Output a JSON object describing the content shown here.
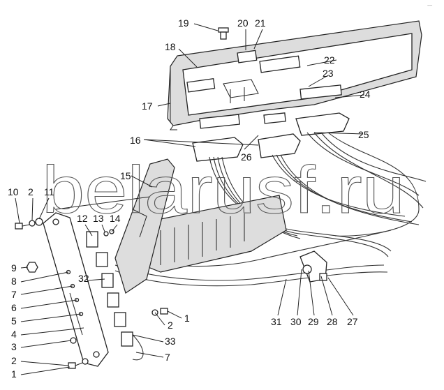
{
  "watermark": "belarusf.ru",
  "corner_mark": "-–",
  "callouts": [
    "19",
    "20",
    "21",
    "18",
    "22",
    "23",
    "24",
    "17",
    "16",
    "25",
    "26",
    "15",
    "10",
    "2",
    "11",
    "12",
    "13",
    "14",
    "9",
    "8",
    "32",
    "7",
    "6",
    "5",
    "4",
    "3",
    "2",
    "1",
    "1",
    "2",
    "33",
    "7",
    "31",
    "30",
    "29",
    "28",
    "27"
  ]
}
